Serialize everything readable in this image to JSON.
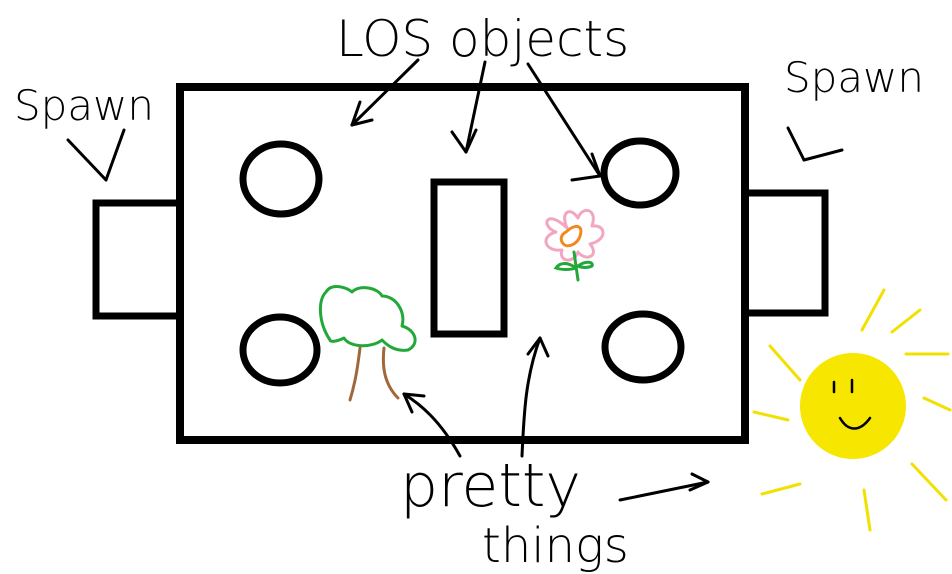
{
  "labels": {
    "los_objects": "LOS objects",
    "spawn_left": "Spawn",
    "spawn_right": "Spawn",
    "pretty": "pretty",
    "things": "things"
  },
  "colors": {
    "ink": "#000000",
    "sun_fill": "#f7e600",
    "sun_rays": "#f2e000",
    "tree_leaves": "#22a839",
    "tree_trunk": "#a0683a",
    "flower_petals": "#f2a6c2",
    "flower_center": "#f08a1e",
    "flower_stem": "#22a839"
  }
}
